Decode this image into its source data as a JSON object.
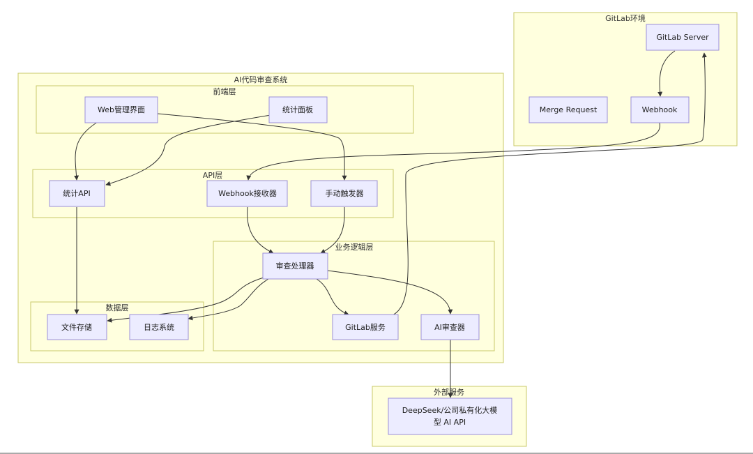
{
  "clusters": {
    "gitlab_env": "GitLab环境",
    "ai_system": "AI代码审查系统",
    "frontend": "前端层",
    "api": "API层",
    "business": "业务逻辑层",
    "data": "数据层",
    "external": "外部服务"
  },
  "nodes": {
    "gitlab_server": "GitLab Server",
    "merge_request": "Merge Request",
    "webhook": "Webhook",
    "web_ui": "Web管理界面",
    "stats_panel": "统计面板",
    "stats_api": "统计API",
    "webhook_receiver": "Webhook接收器",
    "manual_trigger": "手动触发器",
    "review_processor": "审查处理器",
    "file_storage": "文件存储",
    "log_system": "日志系统",
    "gitlab_service": "GitLab服务",
    "ai_reviewer": "AI审查器",
    "deepseek_line1": "DeepSeek/公司私有化大模",
    "deepseek_line2": "型 AI API"
  },
  "colors": {
    "cluster_fill": "#ffffde",
    "cluster_stroke": "#c8c86a",
    "node_fill": "#ececff",
    "node_stroke": "#9b8fd8",
    "edge": "#333333"
  }
}
